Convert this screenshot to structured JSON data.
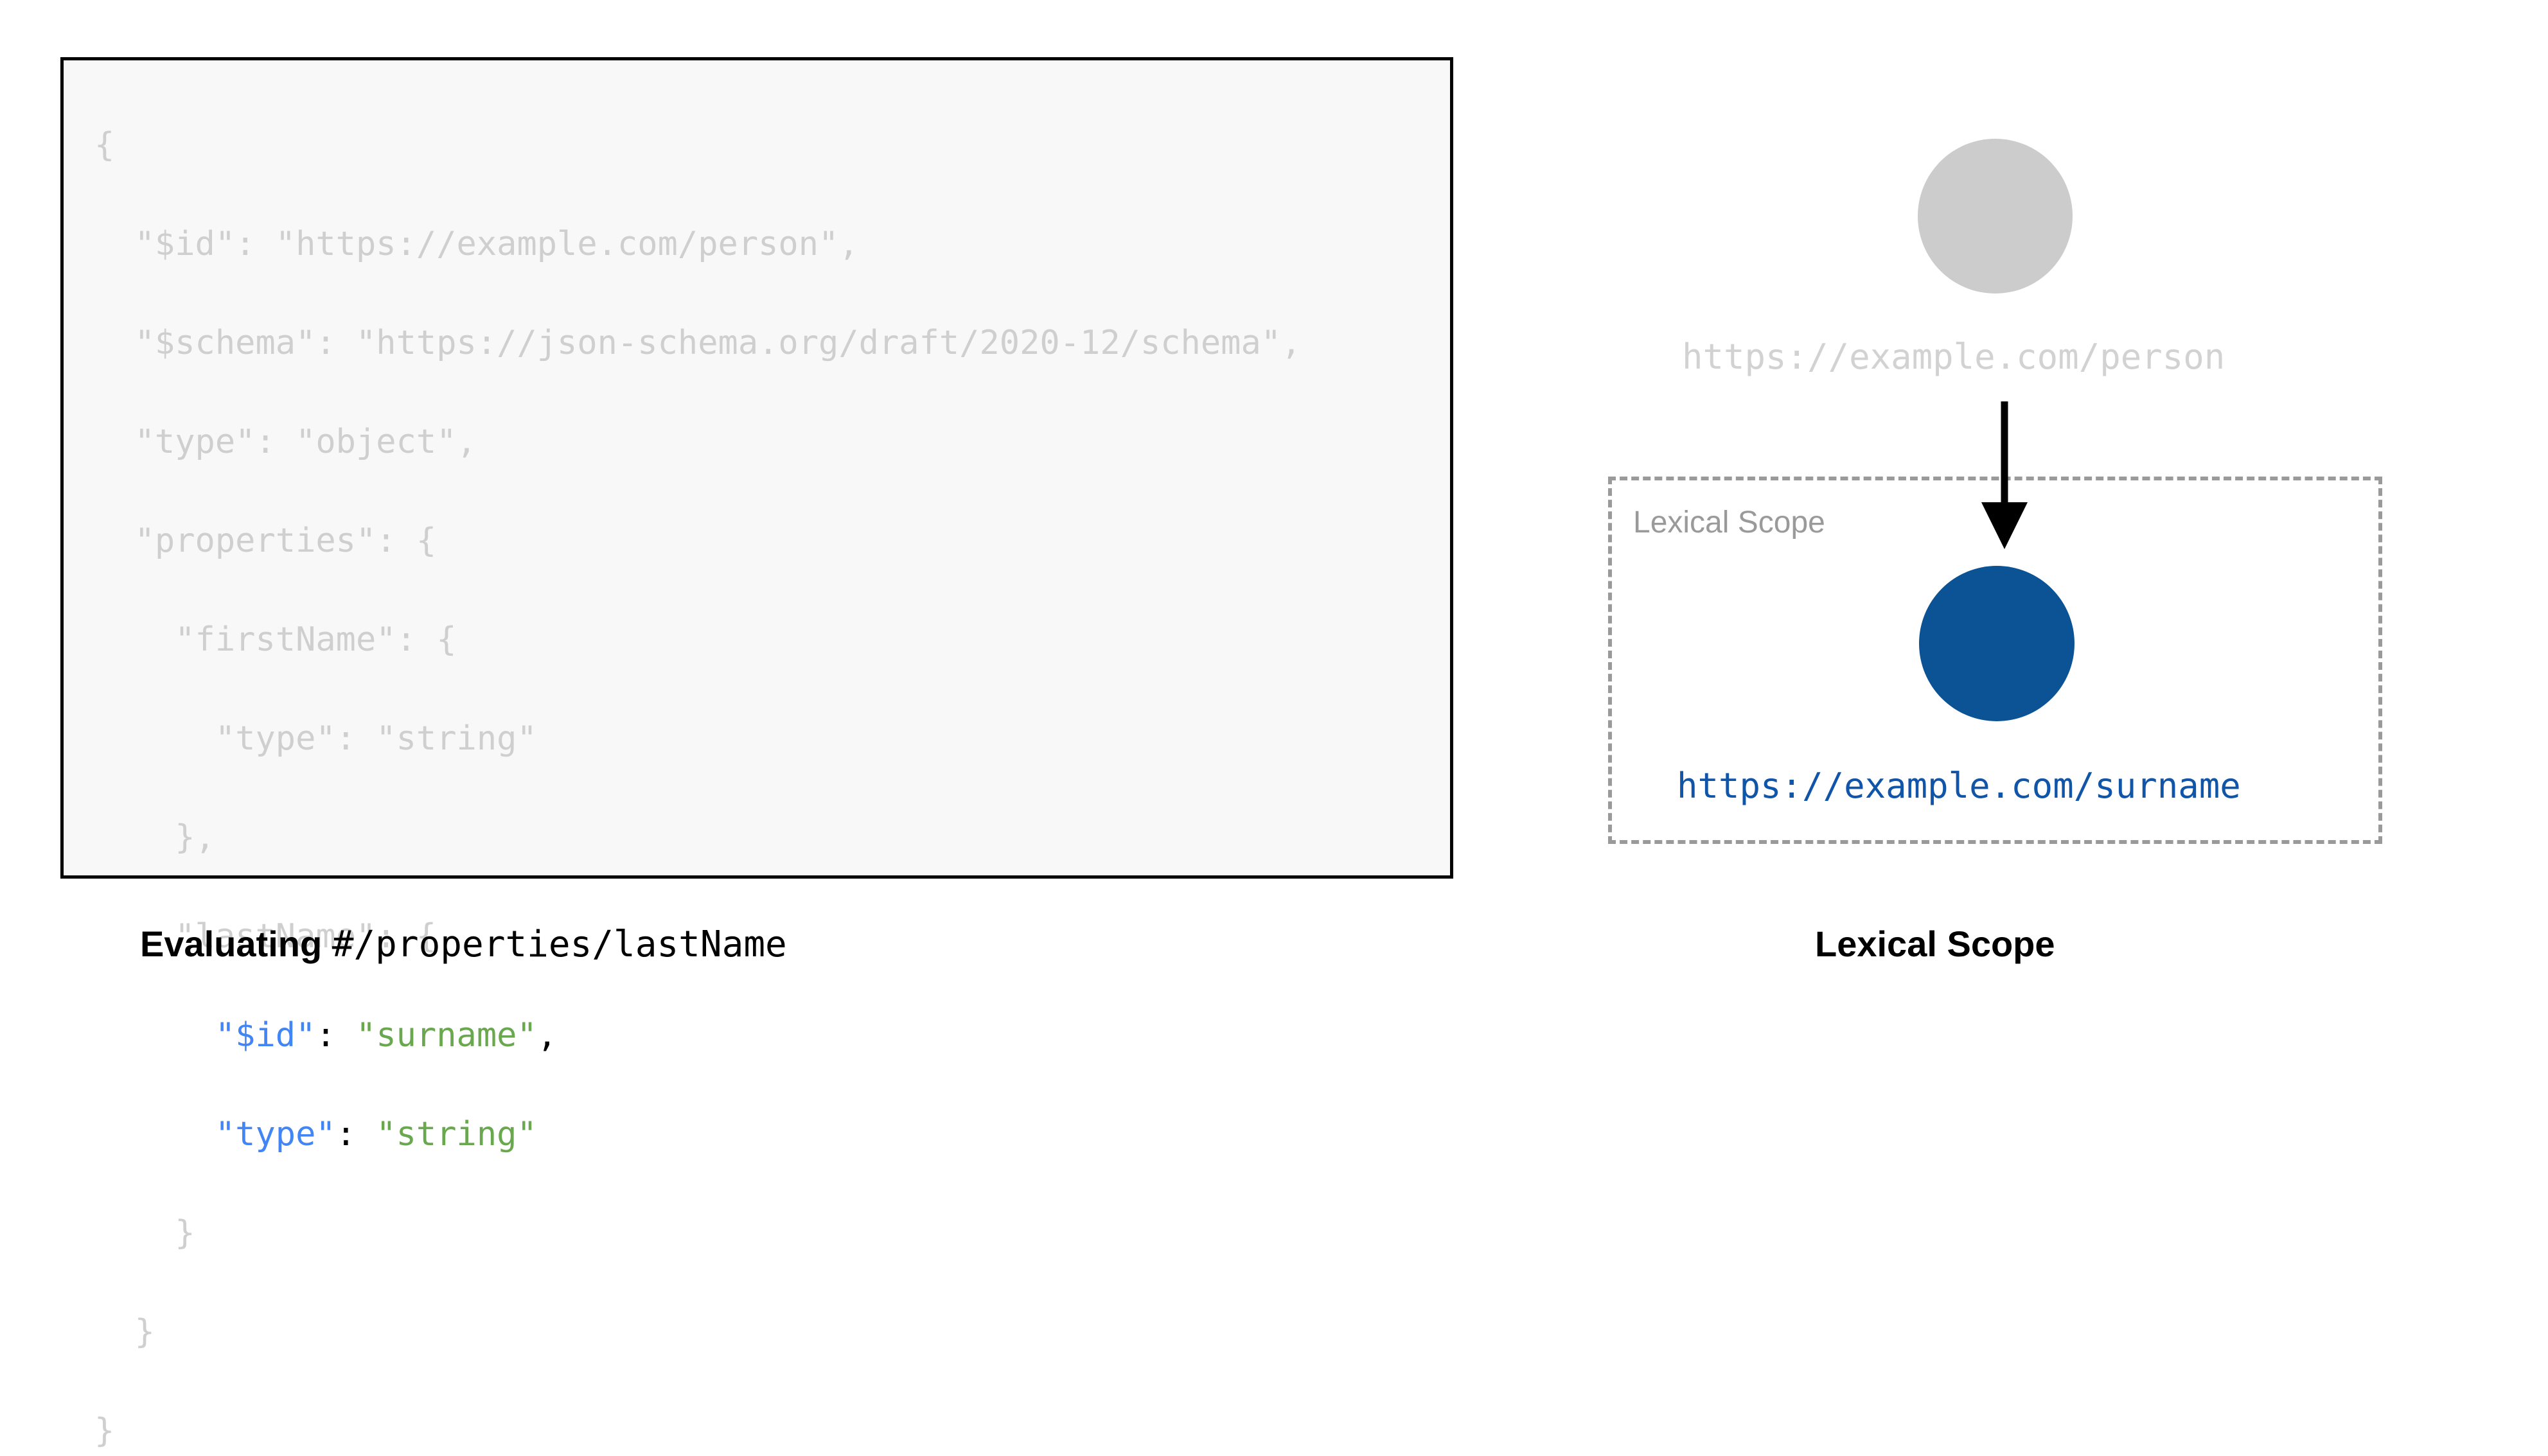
{
  "code_panel": {
    "language": "json",
    "lines": [
      {
        "indent": 0,
        "text": "{",
        "highlighted": false
      },
      {
        "indent": 1,
        "text": "\"$id\": \"https://example.com/person\",",
        "highlighted": false
      },
      {
        "indent": 1,
        "text": "\"$schema\": \"https://json-schema.org/draft/2020-12/schema\",",
        "highlighted": false
      },
      {
        "indent": 1,
        "text": "\"type\": \"object\",",
        "highlighted": false
      },
      {
        "indent": 1,
        "text": "\"properties\": {",
        "highlighted": false
      },
      {
        "indent": 2,
        "text": "\"firstName\": {",
        "highlighted": false
      },
      {
        "indent": 3,
        "text": "\"type\": \"string\"",
        "highlighted": false
      },
      {
        "indent": 2,
        "text": "},",
        "highlighted": false
      },
      {
        "indent": 2,
        "text": "\"lastName\": {",
        "highlighted": false
      },
      {
        "indent": 3,
        "key": "\"$id\"",
        "colon": ": ",
        "value": "\"surname\"",
        "trail": ",",
        "highlighted": true
      },
      {
        "indent": 3,
        "key": "\"type\"",
        "colon": ": ",
        "value": "\"string\"",
        "trail": "",
        "highlighted": true
      },
      {
        "indent": 2,
        "text": "}",
        "highlighted": false
      },
      {
        "indent": 1,
        "text": "}",
        "highlighted": false
      },
      {
        "indent": 0,
        "text": "}",
        "highlighted": false
      }
    ],
    "colors": {
      "dim_text": "#cfcfcf",
      "key": "#4285f4",
      "value": "#6aa84f",
      "punctuation": "#000000",
      "background": "#f8f8f8",
      "border": "#000000"
    }
  },
  "left_caption": {
    "prefix": "Evaluating ",
    "pointer": "#/properties/lastName"
  },
  "diagram": {
    "outer_node": {
      "label": "https://example.com/person",
      "color": "#cccccc"
    },
    "inner_node": {
      "label": "https://example.com/surname",
      "color": "#0b5394",
      "label_color": "#1155a8"
    },
    "scope_box": {
      "label": "Lexical Scope",
      "border_color": "#9a9a9a",
      "border_style": "dashed"
    },
    "arrow": {
      "name": "downward-arrow",
      "color": "#000000"
    }
  },
  "right_caption": {
    "text": "Lexical Scope"
  }
}
